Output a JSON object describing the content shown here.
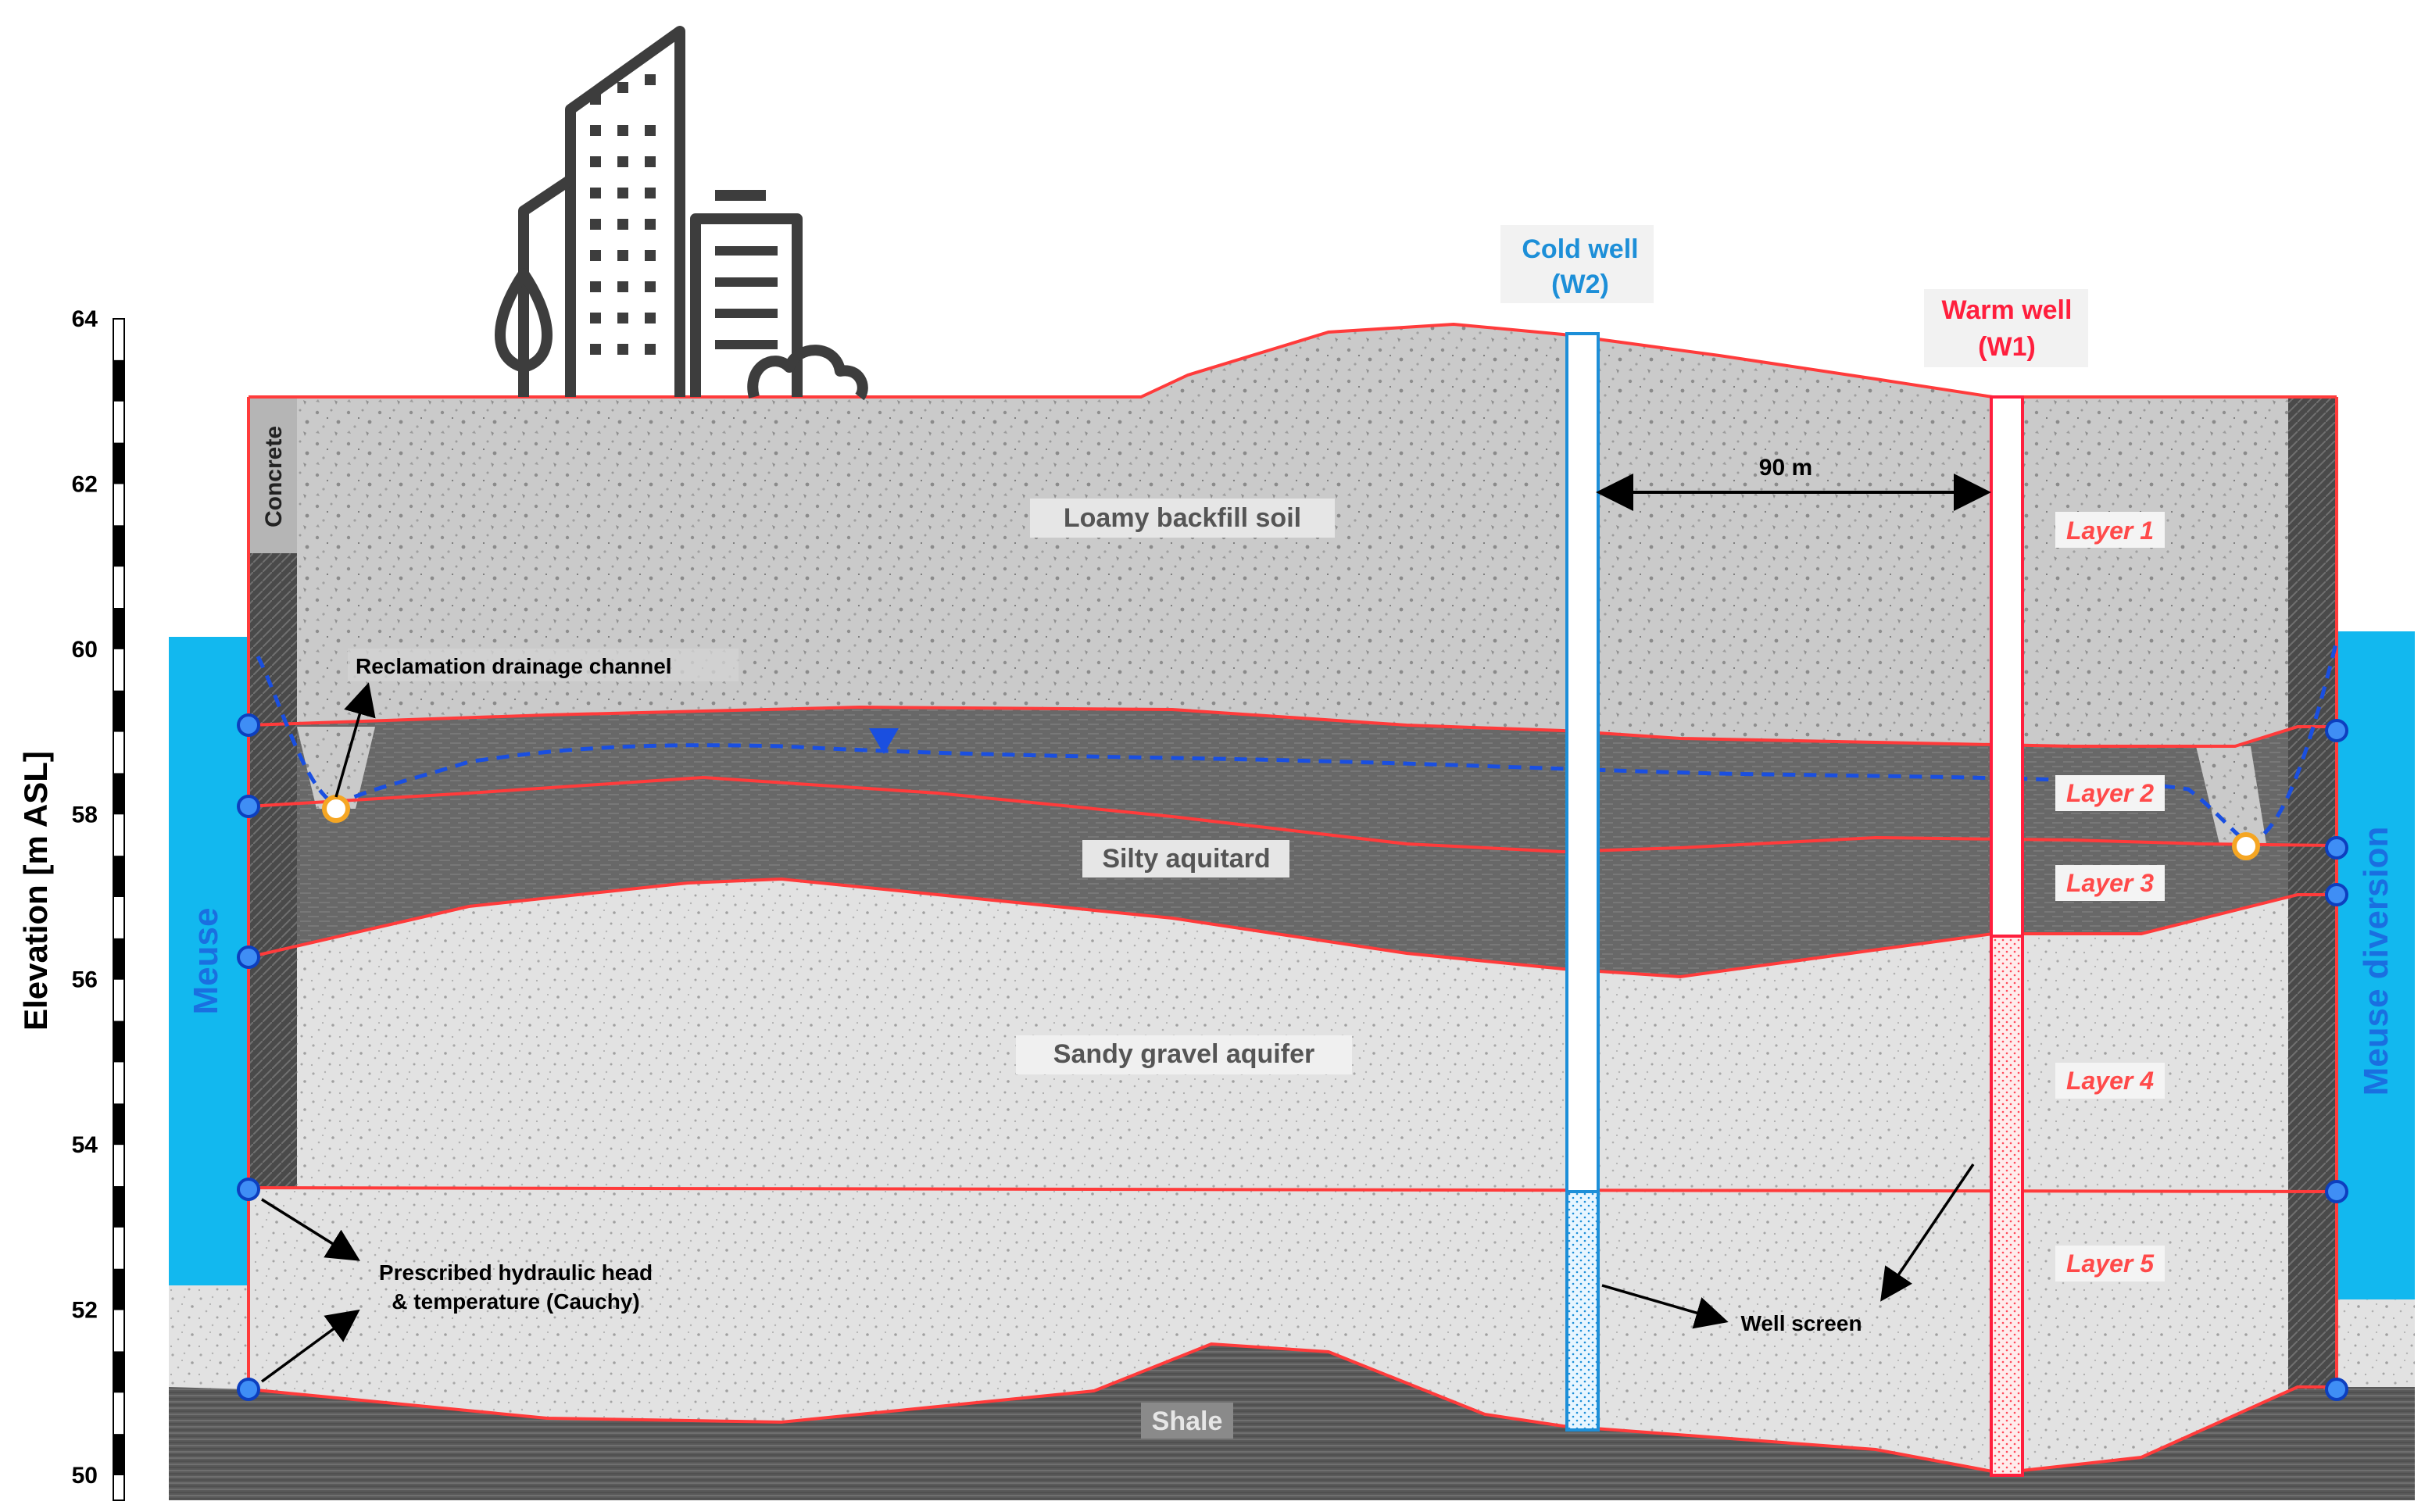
{
  "axis": {
    "ylabel": "Elevation [m ASL]",
    "ticks": [
      "50",
      "52",
      "54",
      "56",
      "58",
      "60",
      "62",
      "64"
    ]
  },
  "units": {
    "loamy_backfill": "Loamy backfill soil",
    "silty_aquitard": "Silty aquitard",
    "sandy_gravel": "Sandy gravel aquifer",
    "shale": "Shale",
    "concrete": "Concrete"
  },
  "layers": [
    "Layer 1",
    "Layer 2",
    "Layer 3",
    "Layer 4",
    "Layer 5"
  ],
  "wells": {
    "cold_title": "Cold well",
    "cold_id": "(W2)",
    "warm_title": "Warm well",
    "warm_id": "(W1)",
    "distance": "90 m"
  },
  "annotations": {
    "drainage": "Reclamation drainage channel",
    "bc_line1": "Prescribed hydraulic head",
    "bc_line2": "& temperature (Cauchy)",
    "well_screen": "Well screen"
  },
  "sides": {
    "left": "Meuse",
    "right": "Meuse diversion"
  },
  "colors": {
    "river": "#12b8ef",
    "layer_boundary": "#ff3b3b",
    "cold_well": "#1d8fd8",
    "warm_well": "#ff1f3d",
    "water_table": "#1a4fe0",
    "boundary_node": "#1a6fe0",
    "drain_node": "#f5a623",
    "aquitard": "#6b6b6b",
    "backfill": "#c9c9c9",
    "aquifer": "#dedede",
    "shale": "#555555"
  },
  "icons": [
    "city-buildings-icon",
    "tree-icon",
    "bush-icon",
    "water-table-triangle-icon"
  ]
}
